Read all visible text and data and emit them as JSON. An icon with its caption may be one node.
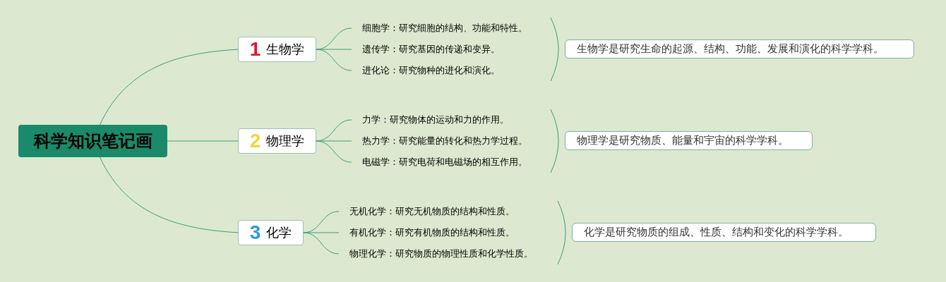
{
  "diagram": {
    "nodes": [
      {
        "text": [
          "科学知识笔记画"
        ]
      },
      {
        "text": [
          "1",
          "生物学"
        ]
      },
      {
        "text": [
          "2",
          "物理学"
        ]
      },
      {
        "text": [
          "3",
          "化学"
        ]
      },
      {
        "text": [
          "细胞学：研究细胞的结构、功能和特性。"
        ]
      },
      {
        "text": [
          "遗传学：研究基因的传递和变异。"
        ]
      },
      {
        "text": [
          "进化论：研究物种的进化和演化。"
        ]
      },
      {
        "text": [
          "力学：研究物体的运动和力的作用。"
        ]
      },
      {
        "text": [
          "热力学：研究能量的转化和热力学过程。"
        ]
      },
      {
        "text": [
          "电磁学：研究电荷和电磁场的相互作用。"
        ]
      },
      {
        "text": [
          "无机化学：研究无机物质的结构和性质。"
        ]
      },
      {
        "text": [
          "有机化学：研究有机物质的结构和性质。"
        ]
      },
      {
        "text": [
          "物理化学：研究物质的物理性质和化学性质。"
        ]
      },
      {
        "text": [
          "生物学是研究生命的起源、结构、功能、发展和演化的科学学科。"
        ]
      },
      {
        "text": [
          "物理学是研究物质、能量和宇宙的科学学科。"
        ]
      },
      {
        "text": [
          "化学是研究物质的组成、性质、结构和变化的科学学科。"
        ]
      }
    ],
    "edges": [
      {
        "from": 0,
        "to": 1,
        "arrow": "none"
      },
      {
        "from": 0,
        "to": 2,
        "arrow": "none"
      },
      {
        "from": 0,
        "to": 3,
        "arrow": "none"
      },
      {
        "from": 1,
        "to": 4,
        "arrow": "none"
      },
      {
        "from": 1,
        "to": 5,
        "arrow": "none"
      },
      {
        "from": 1,
        "to": 6,
        "arrow": "none"
      },
      {
        "from": 2,
        "to": 7,
        "arrow": "none"
      },
      {
        "from": 2,
        "to": 8,
        "arrow": "none"
      },
      {
        "from": 2,
        "to": 9,
        "arrow": "none"
      },
      {
        "from": 3,
        "to": 10,
        "arrow": "none"
      },
      {
        "from": 3,
        "to": 11,
        "arrow": "none"
      },
      {
        "from": 3,
        "to": 12,
        "arrow": "none"
      }
    ]
  }
}
